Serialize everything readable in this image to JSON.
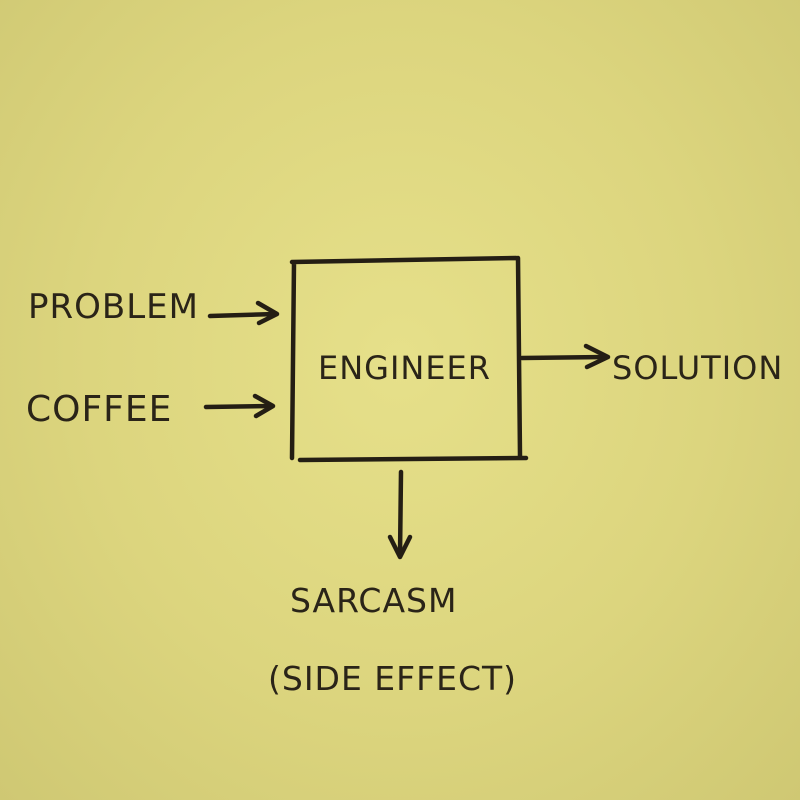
{
  "diagram": {
    "inputs": [
      {
        "label": "PROBLEM"
      },
      {
        "label": "COFFEE"
      }
    ],
    "process": {
      "label": "ENGINEER"
    },
    "output": {
      "label": "SOLUTION"
    },
    "side_output": {
      "label": "SARCASM",
      "note": "(SIDE EFFECT)"
    }
  },
  "colors": {
    "paper": "#dcd57e",
    "ink": "#241e14"
  }
}
